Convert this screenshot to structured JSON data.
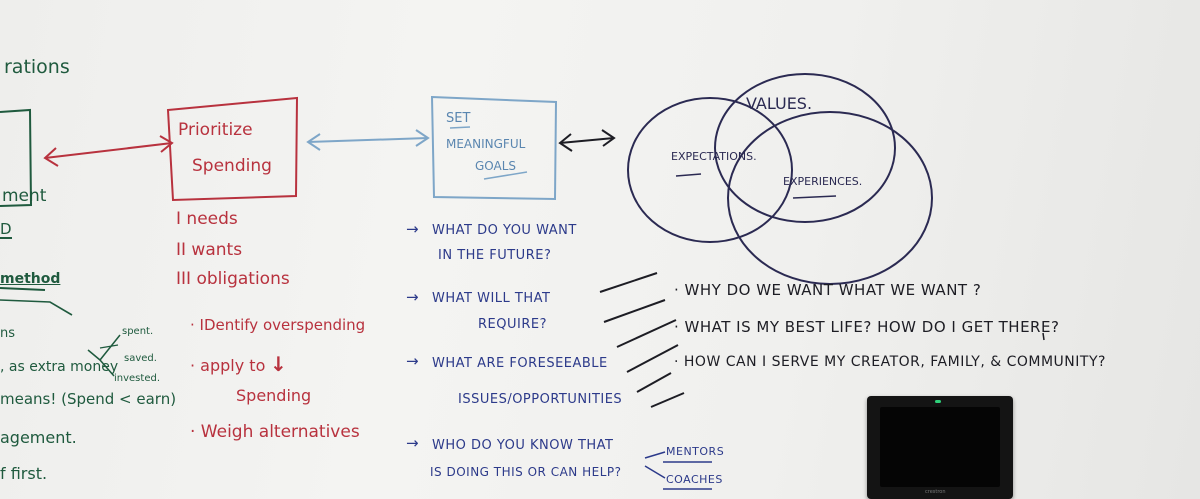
{
  "left_column": {
    "top_fragment": "rations",
    "box_fragment": "ment",
    "underline_fragment": "D",
    "method_fragment": "method",
    "line_ns": "ns",
    "line_extra_money": ", as extra money",
    "spent": "spent.",
    "saved": "saved.",
    "invested": "invested.",
    "means": "means! (Spend < earn)",
    "agement": "agement.",
    "f_first": "f first."
  },
  "prioritize": {
    "box_text_1": "Prioritize",
    "box_text_2": "Spending",
    "items": [
      "I needs",
      "II wants",
      "III obligations"
    ],
    "identify": "· IDentify overspending",
    "apply_1": "· apply to",
    "apply_arrow": "↓",
    "apply_2": "Spending",
    "weigh": "· Weigh alternatives"
  },
  "goals": {
    "box_text_1": "SET",
    "box_text_2": "MEANINGFUL",
    "box_text_3": "GOALS",
    "questions": [
      {
        "arrow": "→",
        "l1": "WHAT DO YOU WANT",
        "l2": "IN THE FUTURE?"
      },
      {
        "arrow": "→",
        "l1": "WHAT WILL THAT",
        "l2": "REQUIRE?"
      },
      {
        "arrow": "→",
        "l1": "WHAT ARE FORESEEABLE",
        "l2": "ISSUES/OPPORTUNITIES"
      },
      {
        "arrow": "→",
        "l1": "WHO DO YOU KNOW THAT",
        "l2": "IS DOING THIS OR CAN HELP?"
      }
    ],
    "mentors": "MENTORS",
    "coaches": "COACHES"
  },
  "venn": {
    "values": "VALUES.",
    "expectations": "EXPECTATIONS.",
    "experiences": "EXPERIENCES."
  },
  "right_questions": [
    "· WHY DO WE WANT WHAT WE WANT ?",
    "· WHAT IS MY BEST LIFE?  HOW DO I GET THERE?",
    "· HOW CAN I SERVE MY CREATOR, FAMILY, & COMMUNITY?"
  ],
  "colors": {
    "green": "#1f5a3e",
    "red": "#b8323e",
    "blue": "#2c3a8a",
    "light_blue": "#5a86b0",
    "purple": "#2b2a52",
    "black": "#1d1d24"
  },
  "device": {
    "icon": "wall-touch-panel-icon",
    "brand": "crestron"
  }
}
